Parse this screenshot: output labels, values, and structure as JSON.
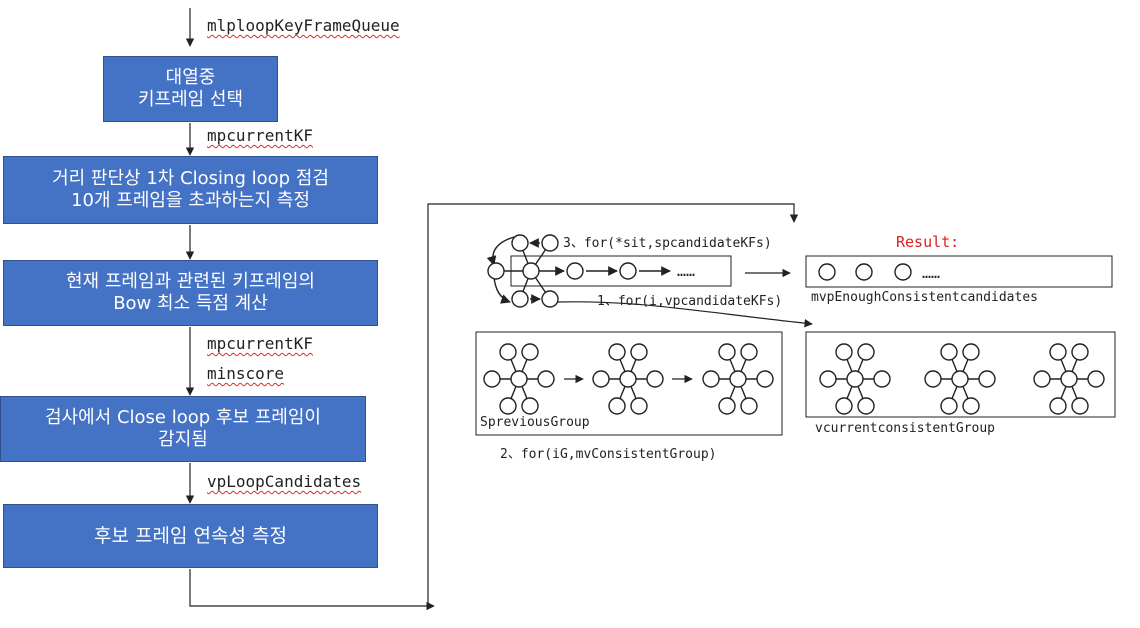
{
  "flow": {
    "label_queue": "mlploopKeyFrameQueue",
    "box1": [
      "대열중",
      "키프레임 선택"
    ],
    "label_kf1": "mpcurrentKF",
    "box2": [
      "거리 판단상 1차 Closing loop 점검",
      "10개 프레임을 초과하는지 측정"
    ],
    "box3": [
      "현재 프레임과 관련된 키프레임의",
      "Bow 최소 득점 계산"
    ],
    "label_kf2": "mpcurrentKF",
    "label_minscore": "minscore",
    "box4": [
      "검사에서 Close loop 후보 프레임이",
      "감지됨"
    ],
    "label_candidates": "vpLoopCandidates",
    "box5": [
      "후보 프레임 연속성 측정"
    ]
  },
  "right": {
    "loop3_label": "3、for(*sit,spcandidateKFs)",
    "loop1_label": "1、for(i,vpcandidateKFs)",
    "dots1": "……",
    "result_label": "Result:",
    "dots2": "……",
    "enough_label": "mvpEnoughConsistentcandidates",
    "previous_label": "SpreviousGroup",
    "loop2_label": "2、for(iG,mvConsistentGroup)",
    "current_label": "vcurrentconsistentGroup"
  },
  "colors": {
    "box_fill": "#4472c4",
    "result": "#e02020"
  }
}
